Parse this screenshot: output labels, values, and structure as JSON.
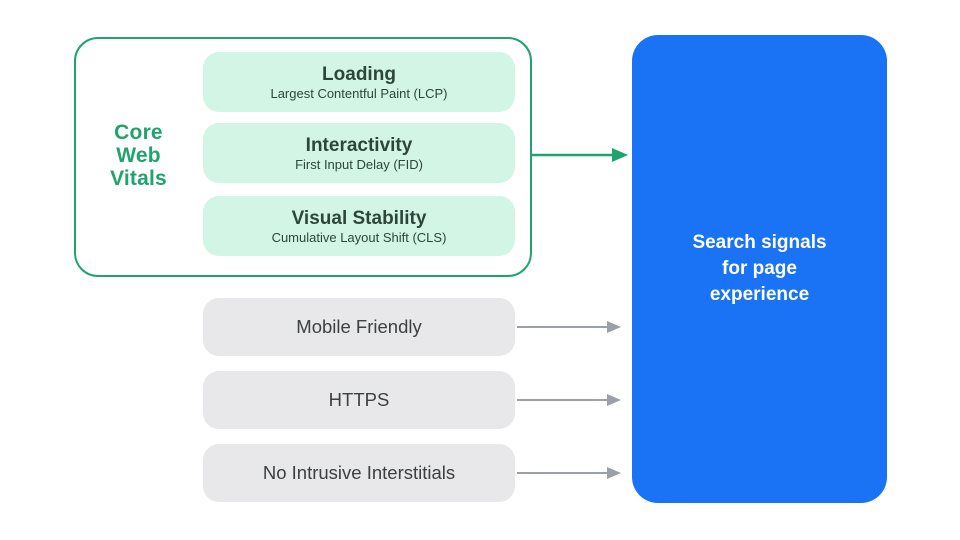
{
  "colors": {
    "green": "#1FA46D",
    "green_fill": "#D3F5E5",
    "green_text_dark": "#2D463B",
    "gray_fill": "#E8E8EA",
    "gray_text": "#3C4043",
    "arrow_gray": "#9AA0A6",
    "blue": "#1973F4",
    "white_text": "#FFFFFF"
  },
  "core_web_vitals": {
    "label": "Core\nWeb\nVitals",
    "items": [
      {
        "title": "Loading",
        "subtitle": "Largest Contentful Paint (LCP)"
      },
      {
        "title": "Interactivity",
        "subtitle": "First Input Delay (FID)"
      },
      {
        "title": "Visual Stability",
        "subtitle": "Cumulative Layout Shift (CLS)"
      }
    ]
  },
  "other_signals": [
    {
      "label": "Mobile Friendly"
    },
    {
      "label": "HTTPS"
    },
    {
      "label": "No Intrusive Interstitials"
    }
  ],
  "result": {
    "label": "Search signals\nfor page\nexperience"
  }
}
